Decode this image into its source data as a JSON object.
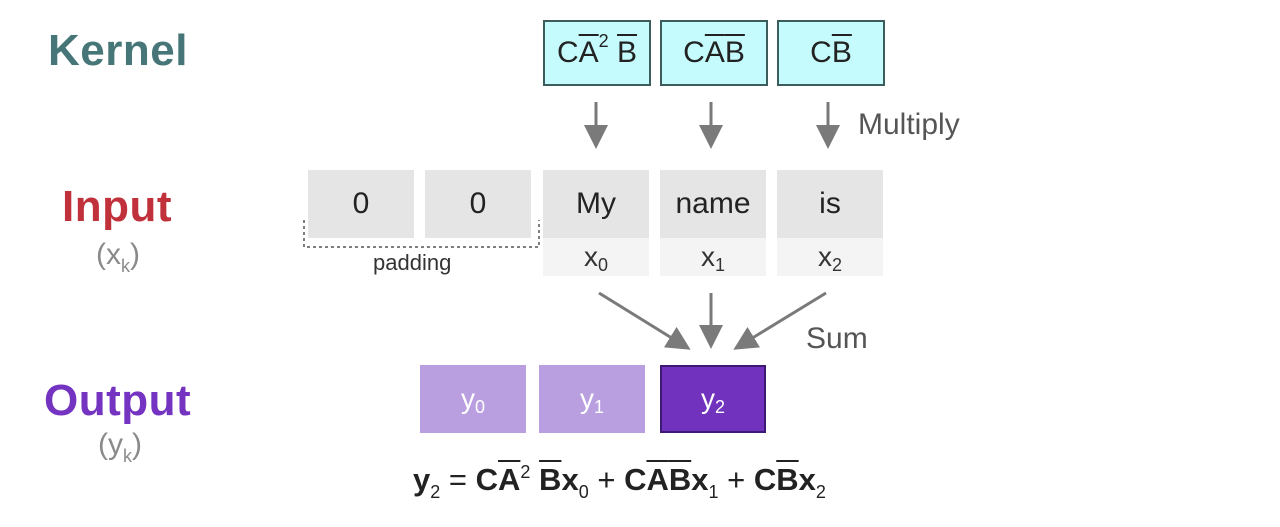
{
  "rows": {
    "kernel": {
      "label": "Kernel",
      "color": "#477679"
    },
    "input": {
      "label": "Input",
      "sub_var": "x",
      "sub_index": "k",
      "color": "#c1313b"
    },
    "output": {
      "label": "Output",
      "sub_var": "y",
      "sub_index": "k",
      "color": "#7433c0"
    }
  },
  "kernel_items": [
    {
      "base": "C",
      "bar": "A",
      "exp": "2",
      "tail_bar": "B"
    },
    {
      "base": "C",
      "bar": "A",
      "exp": "",
      "tail_bar": "B"
    },
    {
      "base": "C",
      "bar": "",
      "exp": "",
      "tail_bar": "B"
    }
  ],
  "multiply_label": "Multiply",
  "input_tokens": [
    "0",
    "0",
    "My",
    "name",
    "is"
  ],
  "padding_label": "padding",
  "x_labels": [
    {
      "var": "x",
      "index": "0"
    },
    {
      "var": "x",
      "index": "1"
    },
    {
      "var": "x",
      "index": "2"
    }
  ],
  "sum_label": "Sum",
  "outputs": [
    {
      "var": "y",
      "index": "0"
    },
    {
      "var": "y",
      "index": "1"
    },
    {
      "var": "y",
      "index": "2"
    }
  ],
  "equation": {
    "lhs_var": "y",
    "lhs_index": "2",
    "eq": "=",
    "term1": {
      "C": "C",
      "A": "A",
      "exp": "2",
      "B": "B",
      "x": "x",
      "idx": "0"
    },
    "plus1": "+",
    "term2": {
      "C": "C",
      "A": "A",
      "B": "B",
      "x": "x",
      "idx": "1"
    },
    "plus2": "+",
    "term3": {
      "C": "C",
      "B": "B",
      "x": "x",
      "idx": "2"
    }
  }
}
